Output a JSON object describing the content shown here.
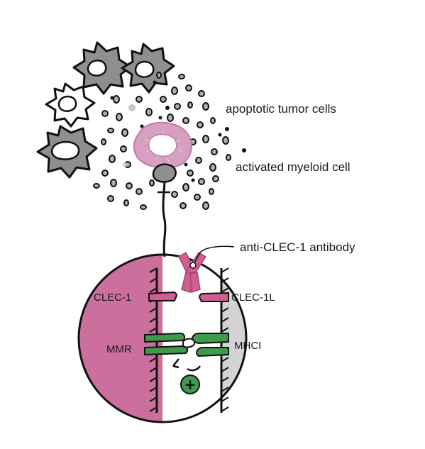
{
  "labels": {
    "apoptotic": "apoptotic tumor cells",
    "myeloid": "activated myeloid cell",
    "antibody": "anti-CLEC-1 antibody",
    "clec1": "CLEC-1",
    "clec1l": "CLEC-1L",
    "mmr": "MMR",
    "mhci": "MHCI",
    "plus": "+"
  },
  "colors": {
    "tumor_gray": "#8f8f8f",
    "myeloid_pink": "#d7a0c0",
    "receptor_pink": "#cf5e93",
    "lobe_pink": "#cc6f9c",
    "lobe_gray": "#d3d3d3",
    "signal_green": "#3f9a4c",
    "ink": "#111111"
  }
}
